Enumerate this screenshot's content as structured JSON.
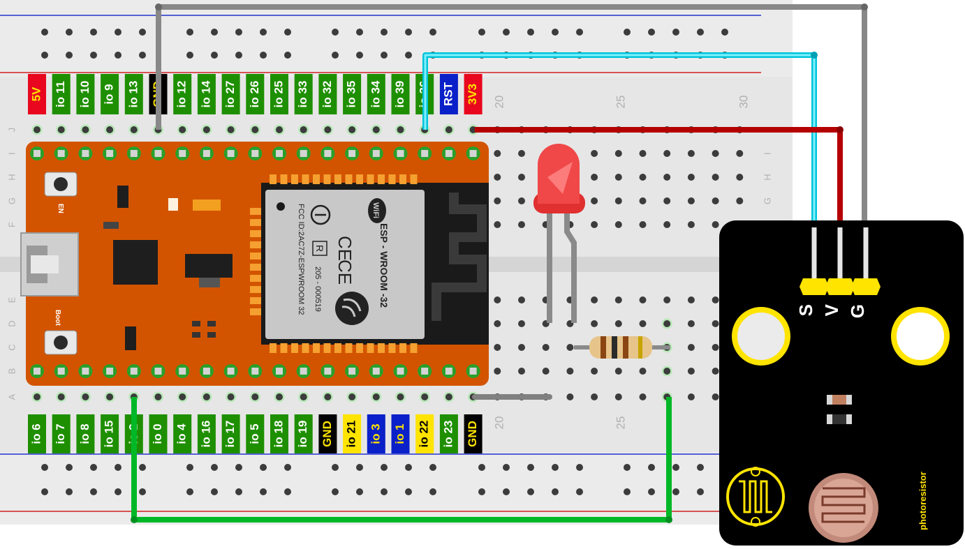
{
  "top_pins": [
    {
      "label": "5V",
      "bg": "#e8071e",
      "fg": "#ffe400"
    },
    {
      "label": "io 11",
      "bg": "#1e8f00",
      "fg": "#ffffff"
    },
    {
      "label": "io 10",
      "bg": "#1e8f00",
      "fg": "#ffffff"
    },
    {
      "label": "io 9",
      "bg": "#1e8f00",
      "fg": "#ffffff"
    },
    {
      "label": "io 13",
      "bg": "#1e8f00",
      "fg": "#ffffff"
    },
    {
      "label": "GND",
      "bg": "#000000",
      "fg": "#ffe400"
    },
    {
      "label": "io 12",
      "bg": "#1e8f00",
      "fg": "#ffffff"
    },
    {
      "label": "io 14",
      "bg": "#1e8f00",
      "fg": "#ffffff"
    },
    {
      "label": "io 27",
      "bg": "#1e8f00",
      "fg": "#ffffff"
    },
    {
      "label": "io 26",
      "bg": "#1e8f00",
      "fg": "#ffffff"
    },
    {
      "label": "io 25",
      "bg": "#1e8f00",
      "fg": "#ffffff"
    },
    {
      "label": "io 33",
      "bg": "#1e8f00",
      "fg": "#ffffff"
    },
    {
      "label": "io 32",
      "bg": "#1e8f00",
      "fg": "#ffffff"
    },
    {
      "label": "io 35",
      "bg": "#1e8f00",
      "fg": "#ffffff"
    },
    {
      "label": "io 34",
      "bg": "#1e8f00",
      "fg": "#ffffff"
    },
    {
      "label": "io 39",
      "bg": "#1e8f00",
      "fg": "#ffffff"
    },
    {
      "label": "io 36",
      "bg": "#1e8f00",
      "fg": "#ffffff"
    },
    {
      "label": "RST",
      "bg": "#0a20c8",
      "fg": "#ffffff"
    },
    {
      "label": "3V3",
      "bg": "#e8071e",
      "fg": "#ffe400"
    }
  ],
  "bottom_pins": [
    {
      "label": "io 6",
      "bg": "#1e8f00",
      "fg": "#ffffff"
    },
    {
      "label": "io 7",
      "bg": "#1e8f00",
      "fg": "#ffffff"
    },
    {
      "label": "io 8",
      "bg": "#1e8f00",
      "fg": "#ffffff"
    },
    {
      "label": "io 15",
      "bg": "#1e8f00",
      "fg": "#ffffff"
    },
    {
      "label": "io 2",
      "bg": "#1e8f00",
      "fg": "#ffffff"
    },
    {
      "label": "io 0",
      "bg": "#1e8f00",
      "fg": "#ffffff"
    },
    {
      "label": "io 4",
      "bg": "#1e8f00",
      "fg": "#ffffff"
    },
    {
      "label": "io 16",
      "bg": "#1e8f00",
      "fg": "#ffffff"
    },
    {
      "label": "io 17",
      "bg": "#1e8f00",
      "fg": "#ffffff"
    },
    {
      "label": "io 5",
      "bg": "#1e8f00",
      "fg": "#ffffff"
    },
    {
      "label": "io 18",
      "bg": "#1e8f00",
      "fg": "#ffffff"
    },
    {
      "label": "io 19",
      "bg": "#1e8f00",
      "fg": "#ffffff"
    },
    {
      "label": "GND",
      "bg": "#000000",
      "fg": "#ffe400"
    },
    {
      "label": "io 21",
      "bg": "#ffe400",
      "fg": "#000000"
    },
    {
      "label": "io 3",
      "bg": "#0a20c8",
      "fg": "#ffe400"
    },
    {
      "label": "io 1",
      "bg": "#0a20c8",
      "fg": "#ffe400"
    },
    {
      "label": "io 22",
      "bg": "#ffe400",
      "fg": "#000000"
    },
    {
      "label": "io 23",
      "bg": "#1e8f00",
      "fg": "#ffffff"
    },
    {
      "label": "GND",
      "bg": "#000000",
      "fg": "#ffe400"
    }
  ],
  "breadboard": {
    "row_letters_top": [
      "J",
      "I",
      "H",
      "G",
      "F"
    ],
    "row_letters_bottom": [
      "E",
      "D",
      "C",
      "B",
      "A"
    ],
    "column_numbers": [
      "20",
      "25",
      "30"
    ]
  },
  "esp32": {
    "module_text_1": "ESP - WROOM -32",
    "module_text_2": "FCC ID:2AC7Z-ESPWROOM 32",
    "module_text_3": "205 - 000519",
    "wifi_text": "WiFi",
    "ce_text": "CE",
    "r_text": "R",
    "button_en": "EN",
    "button_boot": "Boot"
  },
  "sensor": {
    "pin_s": "S",
    "pin_v": "V",
    "pin_g": "G",
    "name": "photoresistor"
  },
  "colors": {
    "board": "#d35400",
    "wire_signal": "#00c4d9",
    "wire_power": "#c40000",
    "wire_ground_gray": "#808080",
    "wire_ground_green": "#00b827"
  }
}
